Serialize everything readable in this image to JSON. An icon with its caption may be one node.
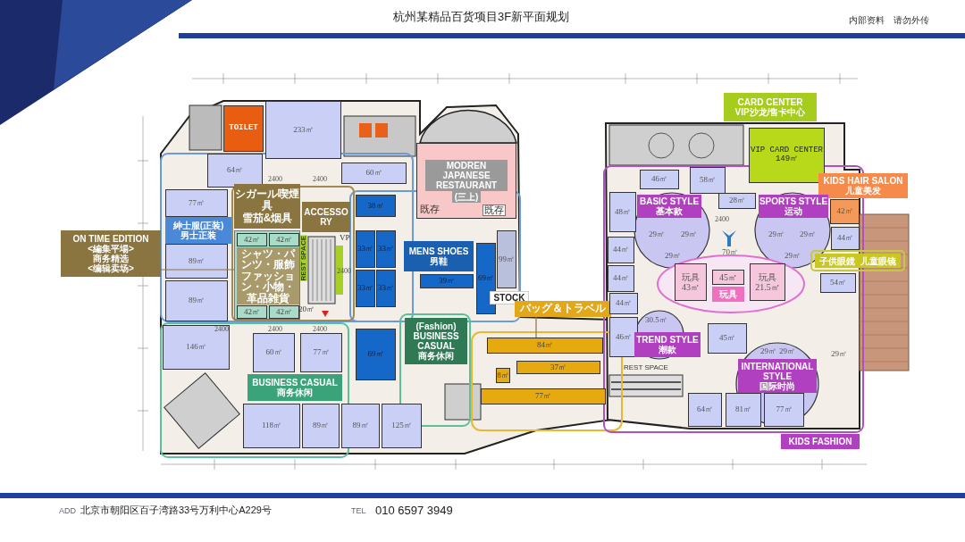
{
  "diagram": {
    "title": "杭州某精品百货项目3F新平面规划",
    "nodes": [
      {
        "text": [
          "TOILET"
        ]
      },
      {
        "text": [
          "233㎡"
        ]
      },
      {
        "text": [
          "64㎡"
        ]
      },
      {
        "text": [
          "60㎡"
        ]
      },
      {
        "text": [
          "77㎡"
        ]
      },
      {
        "text": [
          "89㎡"
        ]
      },
      {
        "text": [
          "89㎡"
        ]
      },
      {
        "text": [
          "146㎡"
        ]
      },
      {
        "text": [
          "60㎡"
        ]
      },
      {
        "text": [
          "77㎡"
        ]
      },
      {
        "text": [
          "118㎡"
        ]
      },
      {
        "text": [
          "89㎡"
        ]
      },
      {
        "text": [
          "89㎡"
        ]
      },
      {
        "text": [
          "125㎡"
        ]
      },
      {
        "text": [],
        "shape": "box"
      },
      {
        "text": [
          "42㎡"
        ],
        "in": 14
      },
      {
        "text": [
          "42㎡"
        ],
        "in": 14
      },
      {
        "text": [
          "42㎡"
        ],
        "in": 14
      },
      {
        "text": [
          "42㎡"
        ],
        "in": 14
      },
      {
        "text": [
          "シャツ・パンツ・服飾ファッション・小物・革品雑貨"
        ],
        "in": 14
      },
      {
        "text": [
          "シガール喫煙具",
          "雪茄&烟具"
        ]
      },
      {
        "text": [
          "ACCESSORY"
        ]
      },
      {
        "text": [
          "38㎡"
        ]
      },
      {
        "text": [
          "33㎡"
        ]
      },
      {
        "text": [
          "33㎡"
        ]
      },
      {
        "text": [
          "33㎡"
        ]
      },
      {
        "text": [
          "33㎡"
        ]
      },
      {
        "text": [
          "69㎡"
        ]
      },
      {
        "text": [
          "MODREN JAPANESE RESTAURANT",
          "(三上)"
        ]
      },
      {
        "text": [
          "MENS SHOES",
          "男鞋"
        ]
      },
      {
        "text": [
          "39㎡"
        ]
      },
      {
        "text": [
          "69㎡"
        ]
      },
      {
        "text": [
          "99㎡"
        ]
      },
      {
        "text": [
          "STOCK"
        ]
      },
      {
        "text": [
          "(Fashion) BUSINESS CASUAL",
          "商务休闲"
        ]
      },
      {
        "text": [
          "BUSINESS CASUAL",
          "商务休闲"
        ]
      },
      {
        "text": [
          "バッグ＆トラベル"
        ]
      },
      {
        "text": [
          "84㎡"
        ]
      },
      {
        "text": [
          "37㎡"
        ]
      },
      {
        "text": [
          "8㎡"
        ]
      },
      {
        "text": [
          "77㎡"
        ]
      },
      {
        "text": [
          "CARD CENTER",
          "VIP沙龙/售卡中心"
        ]
      },
      {
        "text": [
          "VIP CARD CENTER",
          "149㎡"
        ]
      },
      {
        "text": [
          "KIDS HAIR SALON",
          "儿童美发"
        ]
      },
      {
        "text": [
          "42㎡"
        ]
      },
      {
        "text": [
          "46㎡"
        ]
      },
      {
        "text": [
          "58㎡"
        ]
      },
      {
        "text": [
          "48㎡"
        ]
      },
      {
        "text": [
          "28㎡"
        ]
      },
      {
        "text": [
          "44㎡"
        ]
      },
      {
        "text": [
          "44㎡"
        ]
      },
      {
        "text": [
          "44㎡"
        ]
      },
      {
        "text": [
          "46㎡"
        ]
      },
      {
        "text": [
          "44㎡"
        ]
      },
      {
        "text": [
          "子供眼鏡",
          "儿童眼镜"
        ]
      },
      {
        "text": [
          "54㎡"
        ]
      },
      {
        "text": [
          "玩具",
          "43㎡"
        ]
      },
      {
        "text": [
          "45㎡"
        ]
      },
      {
        "text": [
          "玩具"
        ]
      },
      {
        "text": [
          "玩具",
          "21.5㎡"
        ]
      },
      {
        "text": [
          "TREND STYLE",
          "潮款"
        ]
      },
      {
        "text": [
          "45㎡"
        ]
      },
      {
        "text": [
          "INTERNATIONAL STYLE",
          "国际时尚"
        ]
      },
      {
        "text": [
          "64㎡"
        ]
      },
      {
        "text": [
          "81㎡"
        ]
      },
      {
        "text": [
          "77㎡"
        ]
      },
      {
        "text": [
          "KIDS FASHION"
        ]
      },
      {
        "text": [
          "ON TIME EDITION",
          "<編集平場>",
          "商务精选",
          "<编辑卖场>"
        ]
      },
      {
        "text": [
          "紳士服(正装)",
          "男士正装"
        ]
      },
      {
        "text": [
          "BASIC STYLE",
          "基本款"
        ]
      },
      {
        "text": [
          "SPORTS STYLE",
          "运动"
        ]
      }
    ],
    "edges": [
      {
        "from": 67,
        "to": 14,
        "arrow": "none"
      },
      {
        "from": 36,
        "to": 37,
        "arrow": "none"
      }
    ],
    "labels": [
      "内部资料　请勿外传",
      "既存",
      "既存",
      "2400",
      "2400",
      "2400",
      "2400",
      "2400",
      "2400",
      "REST SPACE",
      "VP",
      "20㎡",
      "29㎡",
      "29㎡",
      "29㎡",
      "2400",
      "70㎡",
      "29㎡",
      "29㎡",
      "29㎡",
      "30.5㎡",
      "REST SPACE",
      "29㎡",
      "29㎡",
      "29㎡",
      "ADD",
      "北京市朝阳区百子湾路33号万利中心A229号",
      "TEL",
      "010 6597 3949"
    ]
  }
}
